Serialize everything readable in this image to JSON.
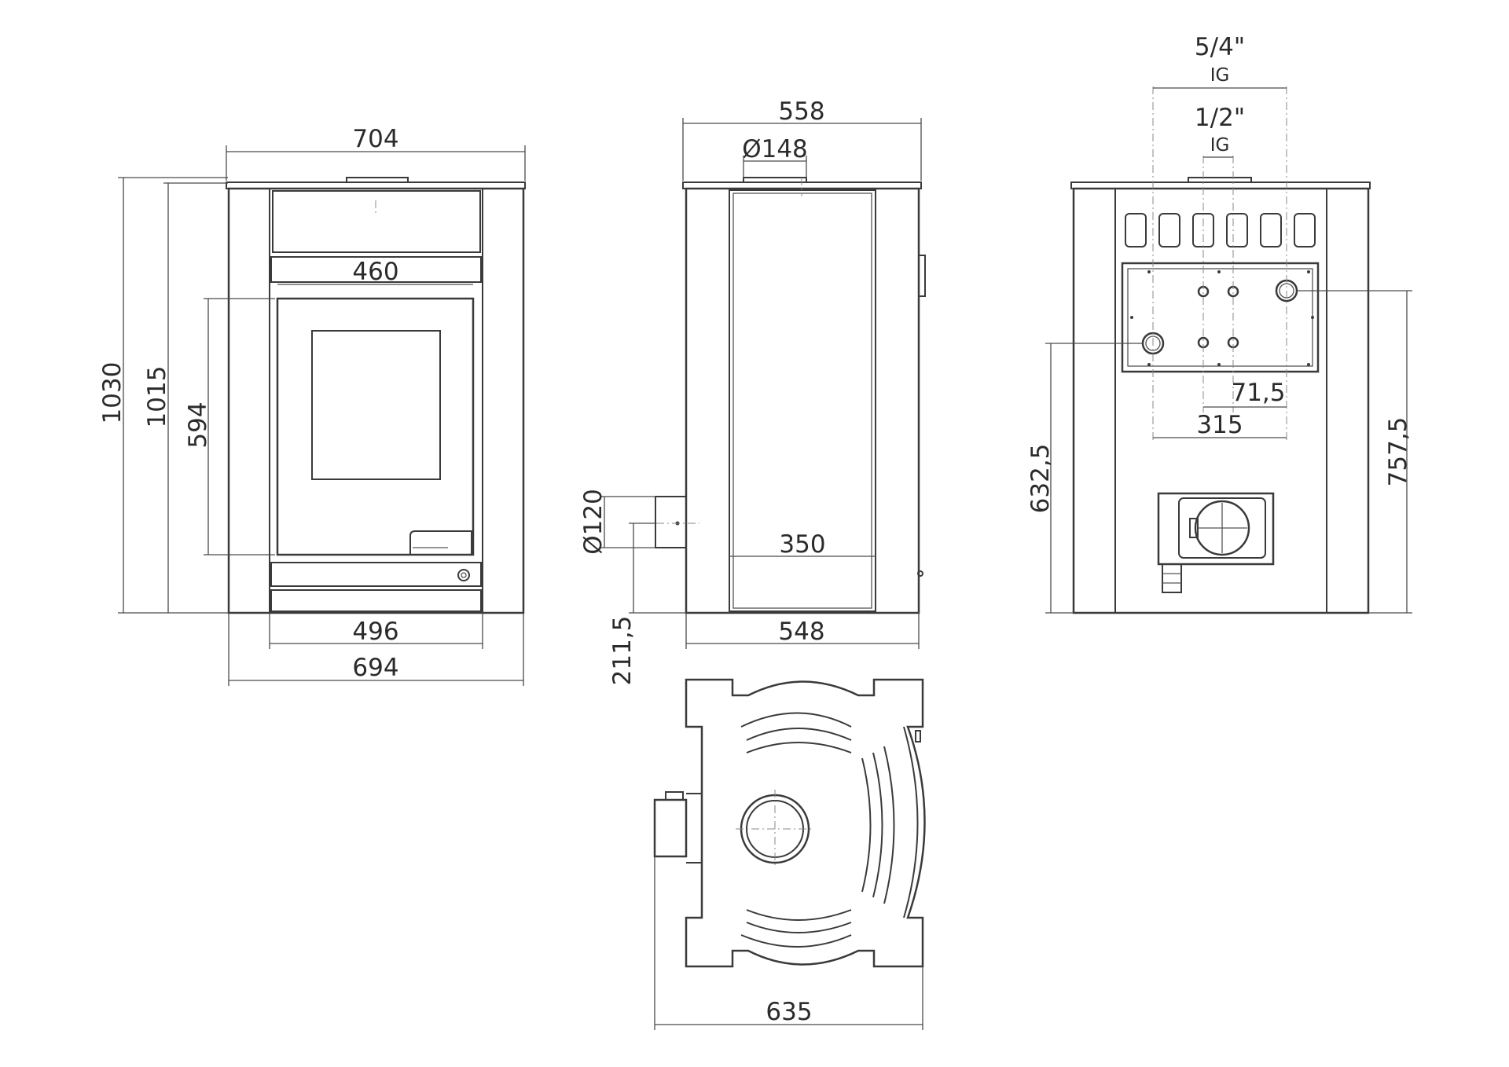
{
  "dimensions": {
    "front_top_width": "704",
    "front_door_width": "460",
    "front_height_total": "1030",
    "front_height_body": "1015",
    "front_door_height": "594",
    "front_base_inner_width": "496",
    "front_base_width": "694",
    "side_top_width": "558",
    "flue_diameter_top": "Ø148",
    "flue_diameter_side": "Ø120",
    "side_panel_width": "350",
    "side_base_width": "548",
    "side_flue_height": "211,5",
    "rear_pipe_large": "5/4\"",
    "rear_pipe_large_thread": "IG",
    "rear_pipe_small": "1/2\"",
    "rear_pipe_small_thread": "IG",
    "rear_pipe_spacing_small": "71,5",
    "rear_pipe_spacing_large": "315",
    "rear_height_lower_pipe": "632,5",
    "rear_height_upper_pipe": "757,5",
    "plan_width": "635"
  }
}
